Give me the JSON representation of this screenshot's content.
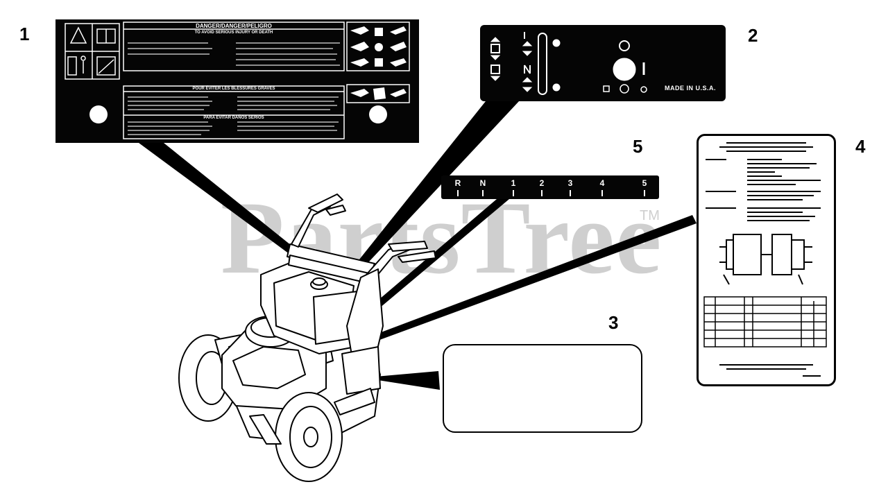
{
  "watermark": {
    "text": "PartsTree",
    "tm": "TM"
  },
  "callouts": [
    "1",
    "2",
    "3",
    "4",
    "5"
  ],
  "decal1": {
    "title": "DANGER/DANGER/PELIGRO",
    "subtitle": "TO AVOID SERIOUS INJURY OR DEATH",
    "section_fr": "POUR ÉVITER LES BLESSURES GRAVES",
    "section_es": "PARA EVITAR DAÑOS SERIOS"
  },
  "decal2": {
    "made_in": "MADE IN U.S.A."
  },
  "decal5": {
    "gears": [
      "R",
      "N",
      "1",
      "2",
      "3",
      "4",
      "5"
    ]
  }
}
